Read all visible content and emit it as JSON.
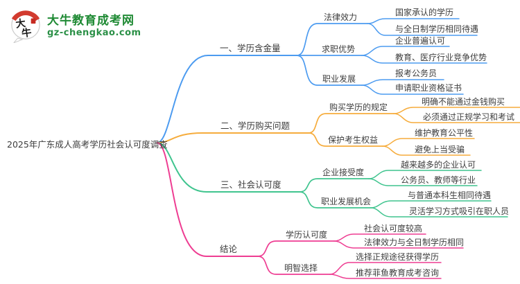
{
  "logo": {
    "icon_text_top": "大",
    "icon_text_bottom": "牛",
    "title": "大牛教育成考网",
    "domain": "gz-chengkao.com",
    "brand_color": "#1f8a34"
  },
  "colors": {
    "branch1": "#4c9bf0",
    "branch2": "#f6ac3c",
    "branch3": "#3fc48e",
    "branch4": "#ee3d92"
  },
  "mindmap": {
    "root": "2025年广东成人高考学历社会认可度调查",
    "branches": [
      {
        "label": "一、学历含金量",
        "color": "#4c9bf0",
        "children": [
          {
            "label": "法律效力",
            "leaves": [
              "国家承认的学历",
              "与全日制学历相同待遇"
            ]
          },
          {
            "label": "求职优势",
            "leaves": [
              "企业普遍认可",
              "教育、医疗行业竞争优势"
            ]
          },
          {
            "label": "职业发展",
            "leaves": [
              "报考公务员",
              "申请职业资格证书"
            ]
          }
        ]
      },
      {
        "label": "二、学历购买问题",
        "color": "#f6ac3c",
        "children": [
          {
            "label": "购买学历的规定",
            "leaves": [
              "明确不能通过金钱购买",
              "必须通过正规学习和考试"
            ]
          },
          {
            "label": "保护考生权益",
            "leaves": [
              "维护教育公平性",
              "避免上当受骗"
            ]
          }
        ]
      },
      {
        "label": "三、社会认可度",
        "color": "#3fc48e",
        "children": [
          {
            "label": "企业接受度",
            "leaves": [
              "越来越多的企业认可",
              "公务员、教师等行业"
            ]
          },
          {
            "label": "职业发展机会",
            "leaves": [
              "与普通本科生相同待遇",
              "灵活学习方式吸引在职人员"
            ]
          }
        ]
      },
      {
        "label": "结论",
        "color": "#ee3d92",
        "children": [
          {
            "label": "学历认可度",
            "leaves": [
              "社会认可度较高",
              "法律效力与全日制学历相同"
            ]
          },
          {
            "label": "明智选择",
            "leaves": [
              "选择正规途径获得学历",
              "推荐菲鱼教育成考咨询"
            ]
          }
        ]
      }
    ]
  }
}
